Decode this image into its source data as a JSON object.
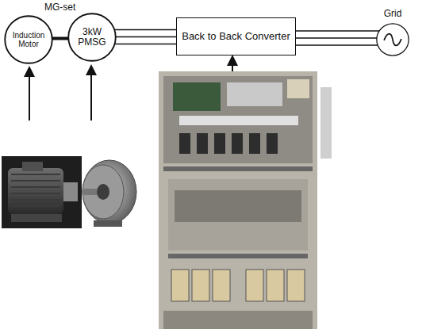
{
  "diagram": {
    "nodes": [
      {
        "text": [
          "Induction Motor"
        ]
      },
      {
        "text": [
          "3kW PMSG"
        ]
      },
      {
        "text": [
          "Back to Back Converter"
        ]
      },
      {
        "text": [
          "Grid"
        ]
      }
    ],
    "edges": [
      {
        "from": 0,
        "to": 1,
        "arrow": "none"
      },
      {
        "from": 1,
        "to": 2,
        "arrow": "none"
      },
      {
        "from": 1,
        "to": 2,
        "arrow": "none"
      },
      {
        "from": 1,
        "to": 2,
        "arrow": "none"
      },
      {
        "from": 2,
        "to": 3,
        "arrow": "none"
      },
      {
        "from": 2,
        "to": 3,
        "arrow": "none"
      },
      {
        "from": 2,
        "to": 3,
        "arrow": "none"
      }
    ],
    "labels": [
      "MG-set"
    ]
  }
}
